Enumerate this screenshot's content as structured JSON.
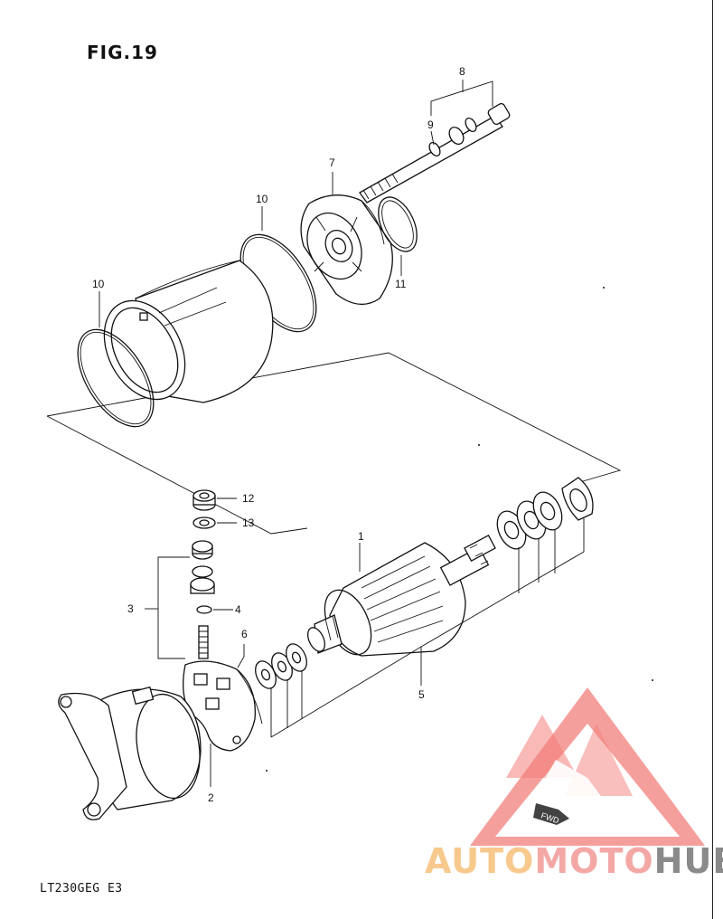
{
  "figure": {
    "title": "FIG.19",
    "model_code": "LT230GEG E3"
  },
  "callouts": {
    "c1": "1",
    "c2": "2",
    "c3": "3",
    "c4": "4",
    "c5": "5",
    "c6": "6",
    "c7": "7",
    "c8": "8",
    "c9": "9",
    "c10a": "10",
    "c10b": "10",
    "c11": "11",
    "c12": "12",
    "c13": "13"
  },
  "watermark": {
    "text_a": "AUTO",
    "text_b": "MOTO",
    "text_c": "HUB",
    "badge": "FWD",
    "colors": {
      "auto": "#f7c98d",
      "moto": "#f4a8a6",
      "hub": "#8a8a8a",
      "logo": "#f06a64"
    }
  }
}
